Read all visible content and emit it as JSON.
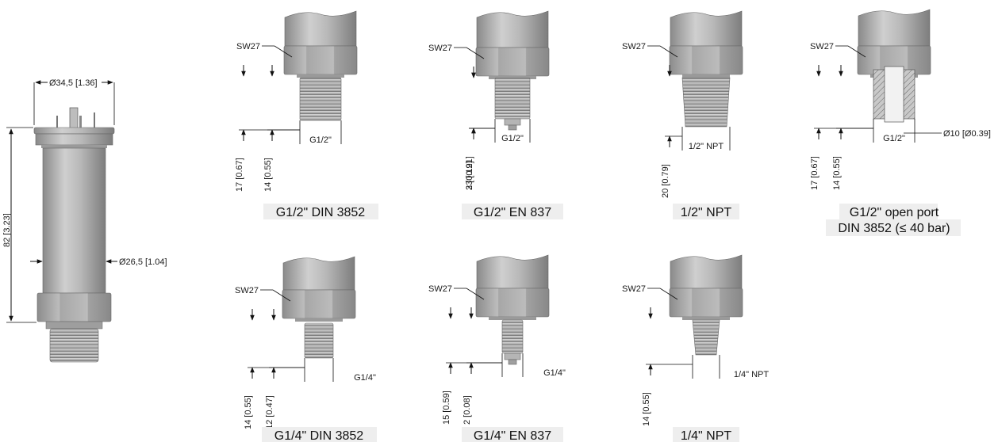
{
  "main_sensor": {
    "dim_top": "Ø34,5 [1.36]",
    "dim_height": "82 [3.23]",
    "dim_body": "Ø26,5 [1.04]"
  },
  "variants": [
    {
      "caption": "G1/2\" DIN 3852",
      "sw": "SW27",
      "thread": "G1/2\"",
      "dims": [
        "17 [0.67]",
        "14 [0.55]"
      ]
    },
    {
      "caption": "G1/2\" EN 837",
      "sw": "SW27",
      "thread": "G1/2\"",
      "dims": [
        "23 [0.91]",
        "3 [0.12]"
      ]
    },
    {
      "caption": "1/2\" NPT",
      "sw": "SW27",
      "thread": "1/2\" NPT",
      "dims": [
        "20 [0.79]"
      ]
    },
    {
      "caption_line1": "G1/2\" open port",
      "caption_line2": "DIN 3852 (≤ 40 bar)",
      "sw": "SW27",
      "thread": "G1/2\"",
      "bore": "Ø10 [Ø0.39]",
      "dims": [
        "17 [0.67]",
        "14 [0.55]"
      ]
    },
    {
      "caption": "G1/4\" DIN 3852",
      "sw": "SW27",
      "thread": "G1/4\"",
      "dims": [
        "14 [0.55]",
        "12 [0.47]"
      ]
    },
    {
      "caption": "G1/4\" EN 837",
      "sw": "SW27",
      "thread": "G1/4\"",
      "dims": [
        "15 [0.59]",
        "2 [0.08]"
      ]
    },
    {
      "caption": "1/4\" NPT",
      "sw": "SW27",
      "thread": "1/4\" NPT",
      "dims": [
        "14 [0.55]"
      ]
    }
  ],
  "colors": {
    "caption_bg": "#eeeeee",
    "metal_dark": "#8f8f8f",
    "metal_mid": "#b4b4b4",
    "metal_light": "#d6d6d6"
  }
}
